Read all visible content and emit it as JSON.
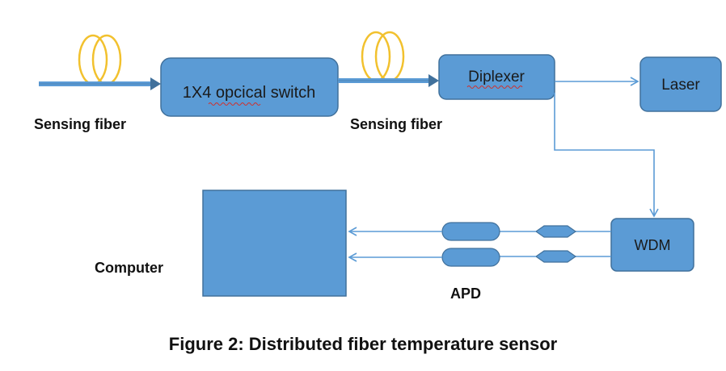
{
  "diagram": {
    "nodes": {
      "optical_switch": "1X4 opcical switch",
      "diplexer": "Diplexer",
      "laser": "Laser",
      "wdm": "WDM"
    },
    "labels": {
      "sensing_fiber_left": "Sensing fiber",
      "sensing_fiber_mid": "Sensing fiber",
      "computer": "Computer",
      "apd": "APD"
    },
    "caption": "Figure 2: Distributed fiber temperature sensor",
    "colors": {
      "box_fill": "#5b9bd5",
      "box_stroke": "#41719c",
      "arrow": "#5b9bd5",
      "coil": "#f2c12e",
      "spellcheck": "#d0312d"
    }
  }
}
